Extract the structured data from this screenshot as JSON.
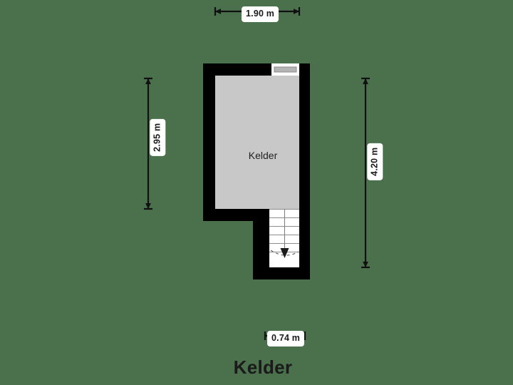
{
  "page": {
    "background_color": "#4a704c",
    "title": "Kelder"
  },
  "floorplan": {
    "wall_color": "#000000",
    "floor_color": "#c8c8c8",
    "stairs_color": "#ffffff",
    "rooms": [
      {
        "name": "Kelder",
        "label": "Kelder"
      }
    ],
    "features": [
      {
        "type": "window",
        "name": "window-top",
        "frame_color": "#ffffff",
        "glass_color": "#b4b4b4"
      },
      {
        "type": "stairs",
        "name": "staircase",
        "direction": "down",
        "steps": 6
      }
    ]
  },
  "dimensions": {
    "top": {
      "value": "1.90 m",
      "orientation": "horizontal"
    },
    "left": {
      "value": "2.95 m",
      "orientation": "vertical"
    },
    "right": {
      "value": "4.20 m",
      "orientation": "vertical"
    },
    "bottom": {
      "value": "0.74 m",
      "orientation": "horizontal"
    }
  }
}
